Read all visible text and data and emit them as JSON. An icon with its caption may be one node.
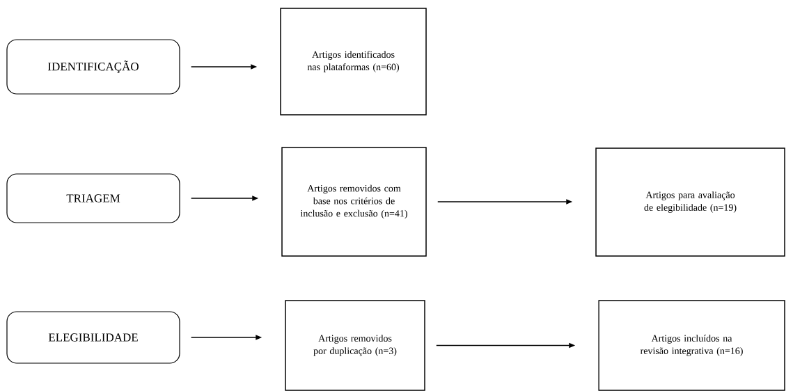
{
  "diagram": {
    "nodes": [
      {
        "text": [
          "IDENTIFICAÇÃO"
        ]
      },
      {
        "text": [
          "Artigos identificados nas plataformas (n=60)"
        ]
      },
      {
        "text": [
          "TRIAGEM"
        ]
      },
      {
        "text": [
          "Artigos removidos com base nos critérios de inclusão e exclusão (n=41)"
        ]
      },
      {
        "text": [
          "Artigos para avaliação de elegibilidade (n=19)"
        ]
      },
      {
        "text": [
          "ELEGIBILIDADE"
        ]
      },
      {
        "text": [
          "Artigos removidos por duplicação (n=3)"
        ]
      },
      {
        "text": [
          "Artigos incluídos na revisão integrativa (n=16)"
        ]
      }
    ],
    "edges": [
      {
        "from": 0,
        "to": 1,
        "arrow": "to"
      },
      {
        "from": 2,
        "to": 3,
        "arrow": "to"
      },
      {
        "from": 3,
        "to": 4,
        "arrow": "to"
      },
      {
        "from": 5,
        "to": 6,
        "arrow": "to"
      },
      {
        "from": 6,
        "to": 7,
        "arrow": "to"
      }
    ]
  }
}
